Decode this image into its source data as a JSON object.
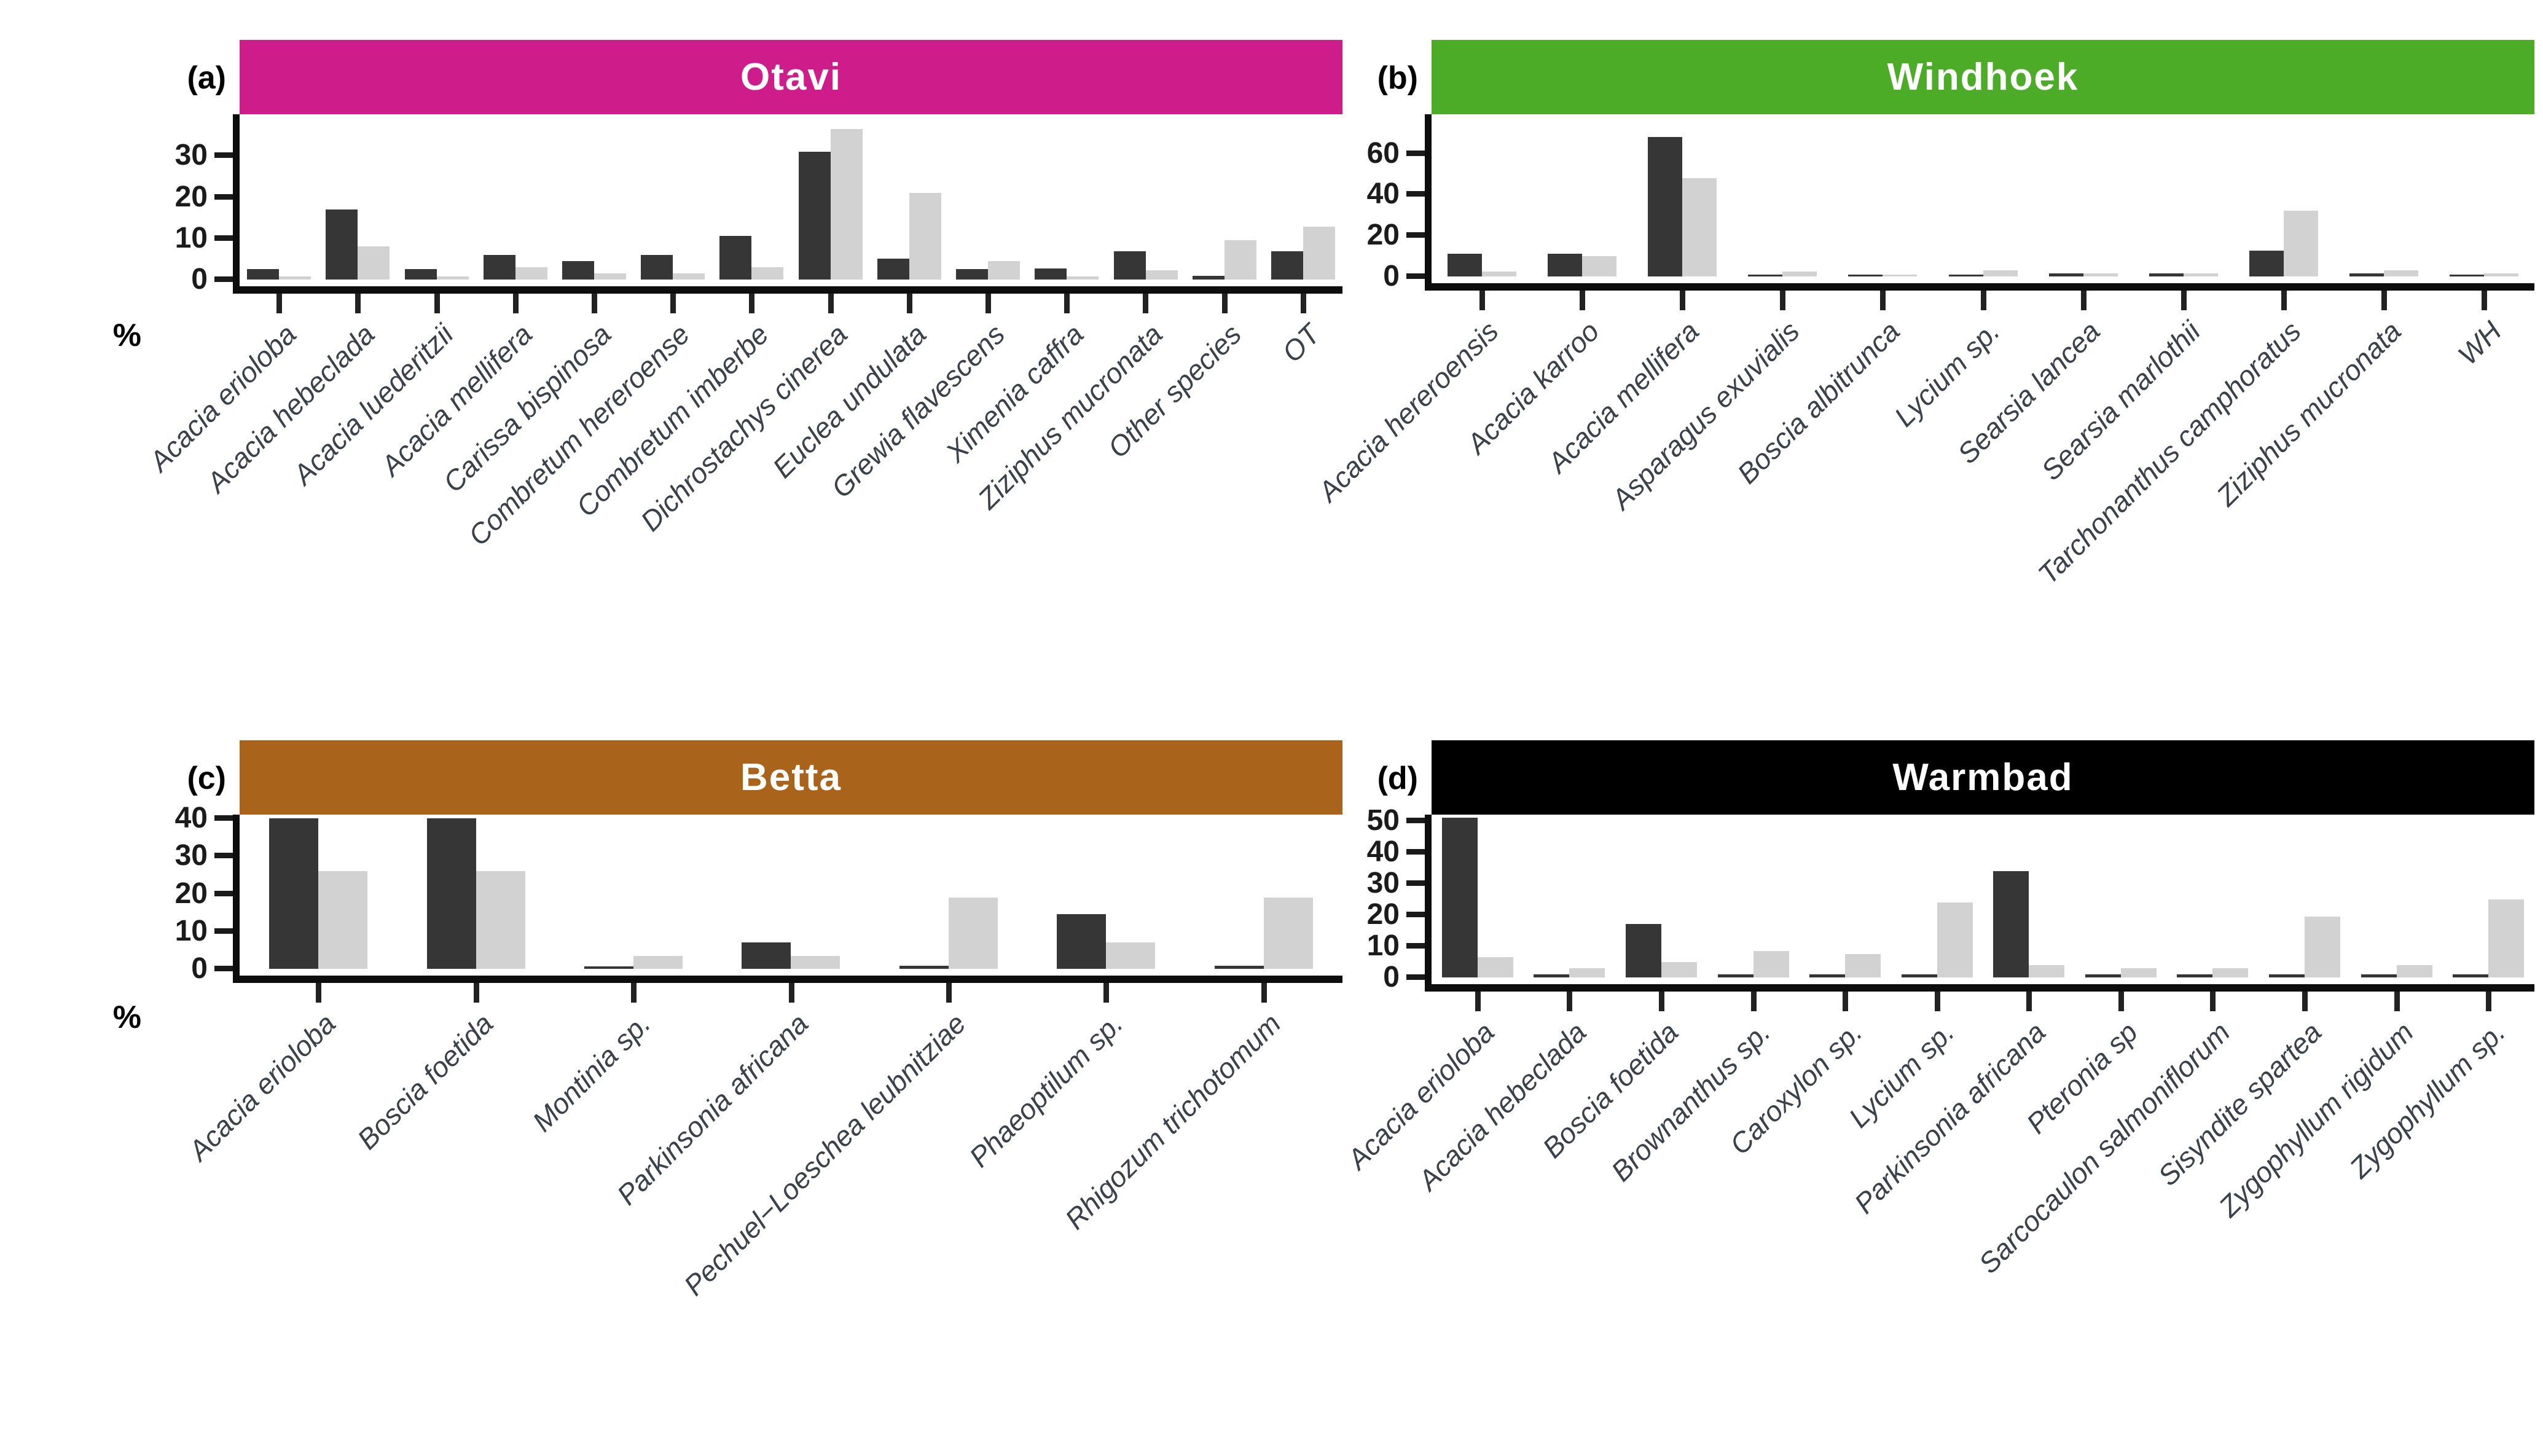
{
  "figure": {
    "series_colors": {
      "dark": "#363636",
      "light": "#d2d2d2"
    },
    "axis_color": "#0d0d0d"
  },
  "chart_data": [
    {
      "id": "a",
      "type": "bar",
      "panel_label": "(a)",
      "title": "Otavi",
      "header_color": "#ce1d8b",
      "ylabel": "%",
      "y_ticks": [
        0,
        10,
        20,
        30
      ],
      "ylim": [
        0,
        40
      ],
      "categories": [
        {
          "label": "Acacia erioloba",
          "dark": 2.5,
          "light": 0.7
        },
        {
          "label": "Acacia hebeclada",
          "dark": 17,
          "light": 8
        },
        {
          "label": "Acacia luederitzii",
          "dark": 2.5,
          "light": 0.7
        },
        {
          "label": "Acacia mellifera",
          "dark": 6,
          "light": 3
        },
        {
          "label": "Carissa bispinosa",
          "dark": 4.5,
          "light": 1.5
        },
        {
          "label": "Combretum hereroense",
          "dark": 6,
          "light": 1.5
        },
        {
          "label": "Combretum imberbe",
          "dark": 10.5,
          "light": 3
        },
        {
          "label": "Dichrostachys cinerea",
          "dark": 31,
          "light": 36.5
        },
        {
          "label": "Euclea undulata",
          "dark": 5,
          "light": 21
        },
        {
          "label": "Grewia flavescens",
          "dark": 2.5,
          "light": 4.5
        },
        {
          "label": "Ximenia caffra",
          "dark": 2.7,
          "light": 0.7
        },
        {
          "label": "Ziziphus mucronata",
          "dark": 6.9,
          "light": 2.2
        },
        {
          "label": "Other species",
          "dark": 0.9,
          "light": 9.5
        },
        {
          "label": "OT",
          "dark": 6.9,
          "light": 12.8
        }
      ]
    },
    {
      "id": "b",
      "type": "bar",
      "panel_label": "(b)",
      "title": "Windhoek",
      "header_color": "#4cac27",
      "y_ticks": [
        0,
        20,
        40,
        60
      ],
      "ylim": [
        0,
        79
      ],
      "categories": [
        {
          "label": "Acacia hereroensis",
          "dark": 11,
          "light": 2.5
        },
        {
          "label": "Acacia karroo",
          "dark": 11,
          "light": 10
        },
        {
          "label": "Acacia mellifera",
          "dark": 68,
          "light": 48
        },
        {
          "label": "Asparagus exuvialis",
          "dark": 1,
          "light": 2.5
        },
        {
          "label": "Boscia albitrunca",
          "dark": 1,
          "light": 1
        },
        {
          "label": "Lycium sp.",
          "dark": 1,
          "light": 3
        },
        {
          "label": "Searsia lancea",
          "dark": 1.5,
          "light": 1.5
        },
        {
          "label": "Searsia marlothii",
          "dark": 1.5,
          "light": 1.5
        },
        {
          "label": "Tarchonanthus camphoratus",
          "dark": 12.5,
          "light": 32
        },
        {
          "label": "Ziziphus mucronata",
          "dark": 1.5,
          "light": 3
        },
        {
          "label": "WH",
          "dark": 1,
          "light": 1.5
        }
      ]
    },
    {
      "id": "c",
      "type": "bar",
      "panel_label": "(c)",
      "title": "Betta",
      "header_color": "#a9631b",
      "ylabel": "%",
      "y_ticks": [
        0,
        10,
        20,
        30,
        40
      ],
      "ylim": [
        0,
        41
      ],
      "categories": [
        {
          "label": "Acacia erioloba",
          "dark": 40,
          "light": 26
        },
        {
          "label": "Boscia foetida",
          "dark": 40,
          "light": 26
        },
        {
          "label": "Montinia sp.",
          "dark": 0.7,
          "light": 3.5
        },
        {
          "label": "Parkinsonia africana",
          "dark": 7,
          "light": 3.5
        },
        {
          "label": "Pechuel−Loeschea leubnitziae",
          "dark": 0.8,
          "light": 19
        },
        {
          "label": "Phaeoptilum sp.",
          "dark": 14.5,
          "light": 7
        },
        {
          "label": "Rhigozum trichotomum",
          "dark": 0.8,
          "light": 19
        }
      ]
    },
    {
      "id": "d",
      "type": "bar",
      "panel_label": "(d)",
      "title": "Warmbad",
      "header_color": "#000000",
      "y_ticks": [
        0,
        10,
        20,
        30,
        40,
        50
      ],
      "ylim": [
        0,
        52
      ],
      "categories": [
        {
          "label": "Acacia erioloba",
          "dark": 51,
          "light": 6.5
        },
        {
          "label": "Acacia hebeclada",
          "dark": 1,
          "light": 3
        },
        {
          "label": "Boscia foetida",
          "dark": 17,
          "light": 5
        },
        {
          "label": "Brownanthus sp.",
          "dark": 1,
          "light": 8.5
        },
        {
          "label": "Caroxylon sp.",
          "dark": 1,
          "light": 7.5
        },
        {
          "label": "Lycium sp.",
          "dark": 1,
          "light": 24
        },
        {
          "label": "Parkinsonia africana",
          "dark": 34,
          "light": 4
        },
        {
          "label": "Pteronia sp",
          "dark": 1,
          "light": 3
        },
        {
          "label": "Sarcocaulon salmoniflorum",
          "dark": 1,
          "light": 3
        },
        {
          "label": "Sisyndite spartea",
          "dark": 1,
          "light": 19.5
        },
        {
          "label": "Zygophyllum rigidum",
          "dark": 1,
          "light": 4
        },
        {
          "label": "Zygophyllum sp.",
          "dark": 1,
          "light": 25
        }
      ]
    }
  ]
}
